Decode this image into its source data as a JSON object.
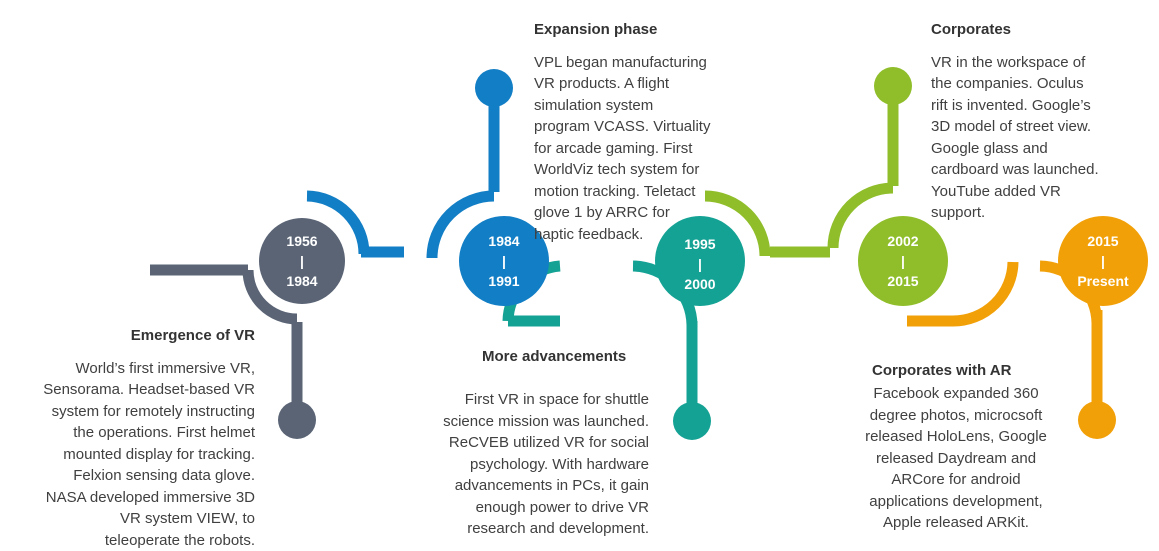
{
  "colors": {
    "slate": "#5a6475",
    "blue": "#127ec5",
    "teal": "#14a294",
    "green": "#8fbe2a",
    "orange": "#f2a007",
    "title_text": "#333333",
    "body_text": "#404040"
  },
  "milestones": [
    {
      "from": "1956",
      "sep": "|",
      "to": "1984",
      "title": "Emergence of VR",
      "lines": [
        "World’s first immersive VR,",
        "Sensorama. Headset-based VR",
        "system for remotely instructing",
        "the operations. First helmet",
        "mounted display for tracking.",
        "Felxion sensing data glove.",
        "NASA developed immersive 3D",
        "VR system VIEW, to",
        "teleoperate the robots."
      ]
    },
    {
      "from": "1984",
      "sep": "|",
      "to": "1991",
      "title": "Expansion phase",
      "lines": [
        "VPL began manufacturing",
        "VR products. A flight",
        "simulation system",
        "program VCASS. Virtuality",
        "for arcade gaming. First",
        "WorldViz tech system for",
        "motion tracking. Teletact",
        "glove 1 by ARRC for",
        "haptic feedback."
      ]
    },
    {
      "from": "1995",
      "sep": "|",
      "to": "2000",
      "title": "More advancements",
      "lines": [
        "First VR in space for shuttle",
        "science mission was launched.",
        "ReCVEB utilized VR for social",
        "psychology. With hardware",
        "advancements in PCs, it gain",
        "enough power to drive VR",
        "research and development."
      ]
    },
    {
      "from": "2002",
      "sep": "|",
      "to": "2015",
      "title": "Corporates",
      "lines": [
        "VR in the workspace of",
        "the companies. Oculus",
        "rift is invented. Google’s",
        "3D model of street view.",
        "Google glass and",
        "cardboard was launched.",
        "YouTube added VR",
        "support."
      ]
    },
    {
      "from": "2015",
      "sep": "|",
      "to": "Present",
      "title": "Corporates with AR",
      "lines": [
        "Facebook expanded 360",
        "degree photos,  microcsoft",
        "released HoloLens, Google",
        "released Daydream and",
        "ARCore for android",
        "applications development,",
        "Apple released ARKit."
      ]
    }
  ]
}
